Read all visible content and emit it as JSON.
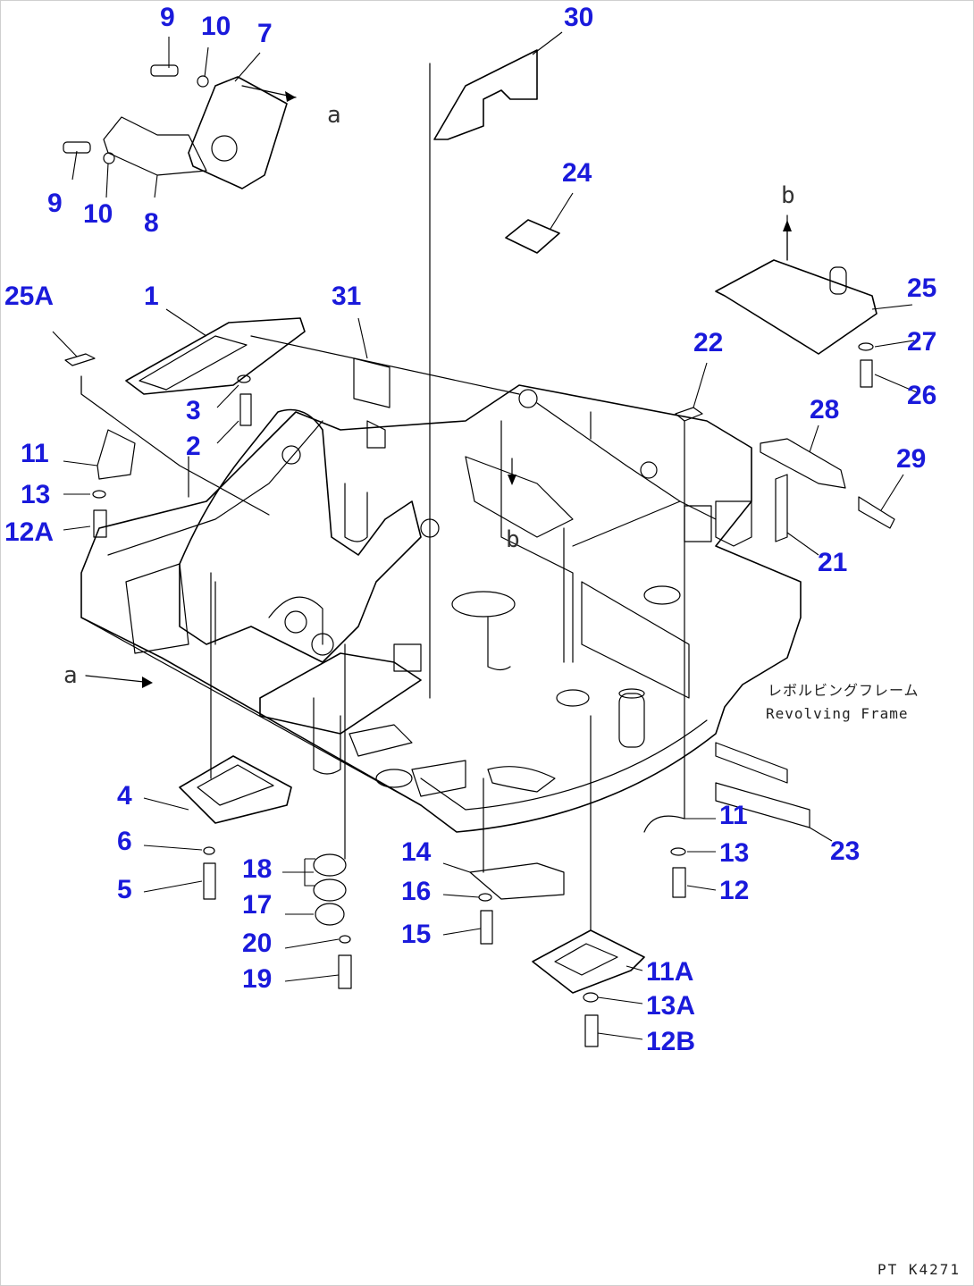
{
  "callouts": {
    "c9a": "9",
    "c10a": "10",
    "c7": "7",
    "c30": "30",
    "c9b": "9",
    "c10b": "10",
    "c8": "8",
    "c24": "24",
    "c25A": "25A",
    "c1": "1",
    "c31": "31",
    "c3": "3",
    "c2": "2",
    "c22": "22",
    "c25": "25",
    "c27": "27",
    "c26": "26",
    "c28": "28",
    "c29": "29",
    "c11a": "11",
    "c13a": "13",
    "c12A": "12A",
    "c21": "21",
    "c4": "4",
    "c6": "6",
    "c5": "5",
    "c18": "18",
    "c17": "17",
    "c20": "20",
    "c19": "19",
    "c14": "14",
    "c16": "16",
    "c15": "15",
    "c11b": "11",
    "c13b": "13",
    "c12": "12",
    "c23": "23",
    "c11A": "11A",
    "c13A": "13A",
    "c12B": "12B"
  },
  "refs": {
    "a1": "a",
    "a2": "a",
    "b1": "b",
    "b2": "b"
  },
  "note": {
    "jp": "レボルビングフレーム",
    "en": "Revolving Frame"
  },
  "code": "PT K4271"
}
